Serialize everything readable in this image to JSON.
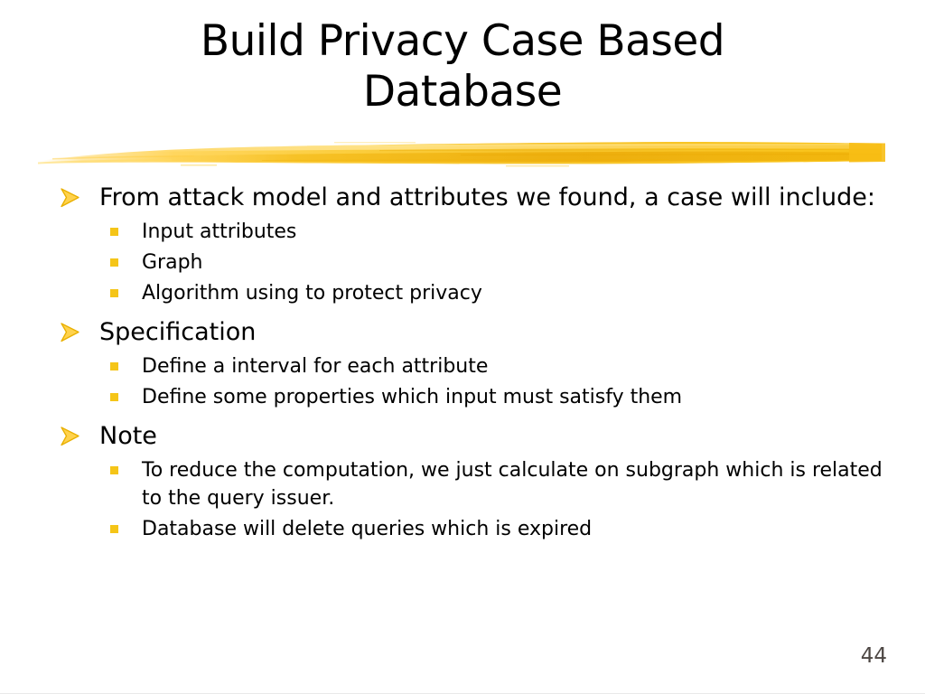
{
  "slide": {
    "title_lines": [
      "Build Privacy Case Based",
      "Database"
    ],
    "page_number": "44",
    "colors": {
      "accent": "#F5C518",
      "brush_light": "#FFD958",
      "brush_mid": "#F7C72B",
      "brush_dark": "#E8A400",
      "text": "#000000",
      "page_number": "#4d4744",
      "background": "#ffffff"
    },
    "icons": {
      "arrow_bullet": "arrow-bullet-icon",
      "square_bullet": "square-bullet-icon",
      "brush_stroke": "brush-stroke-divider"
    }
  },
  "content": {
    "groups": [
      {
        "heading": "From attack model and attributes we found, a case will include:",
        "items": [
          "Input attributes",
          "Graph",
          "Algorithm using to protect privacy"
        ]
      },
      {
        "heading": "Specification",
        "items": [
          "Define a interval for each attribute",
          "Define some properties which input must satisfy them"
        ]
      },
      {
        "heading": "Note",
        "items": [
          "To reduce the computation, we just calculate on subgraph which is related to the query issuer.",
          "Database will delete queries which is expired"
        ]
      }
    ]
  }
}
